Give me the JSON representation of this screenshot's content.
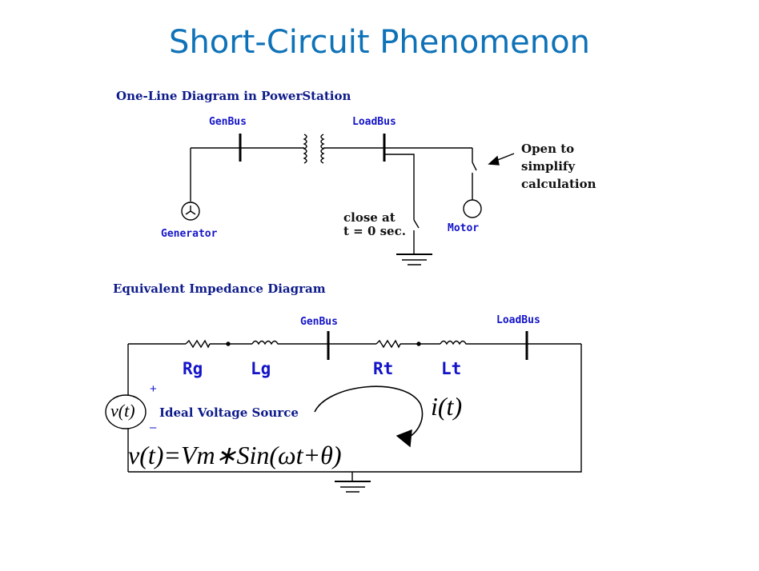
{
  "title": "Short-Circuit Phenomenon",
  "one_line": {
    "heading": "One-Line Diagram  in PowerStation",
    "genbus": "GenBus",
    "loadbus": "LoadBus",
    "generator": "Generator",
    "motor": "Motor",
    "close_line1": "close at",
    "close_line2": "t = 0 sec.",
    "open_line1": "Open to",
    "open_line2": "simplify",
    "open_line3": "calculation"
  },
  "equivalent": {
    "heading": "Equivalent  Impedance  Diagram",
    "genbus": "GenBus",
    "loadbus": "LoadBus",
    "rg": "Rg",
    "lg": "Lg",
    "rt": "Rt",
    "lt": "Lt",
    "source_symbol": "v(t)",
    "plus": "+",
    "minus": "–",
    "source_label": "Ideal Voltage Source",
    "current": "i(t)",
    "equation": "v(t)=Vm∗Sin(ωt+θ)"
  }
}
